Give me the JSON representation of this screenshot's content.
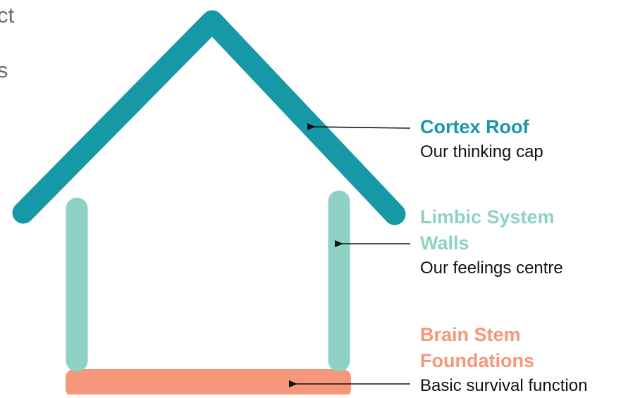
{
  "clipped_text": {
    "line1": "ct",
    "line2": "s"
  },
  "colors": {
    "cortex": "#1798a7",
    "limbic": "#8ed2c6",
    "brain_stem": "#f5977a",
    "arrow": "#111111",
    "body_text": "#111111"
  },
  "labels": {
    "cortex": {
      "title": "Cortex Roof",
      "description": "Our thinking cap"
    },
    "limbic": {
      "title_line1": "Limbic System",
      "title_line2": "Walls",
      "description": "Our feelings centre"
    },
    "brain_stem": {
      "title_line1": "Brain Stem",
      "title_line2": "Foundations",
      "description": "Basic survival function"
    }
  }
}
